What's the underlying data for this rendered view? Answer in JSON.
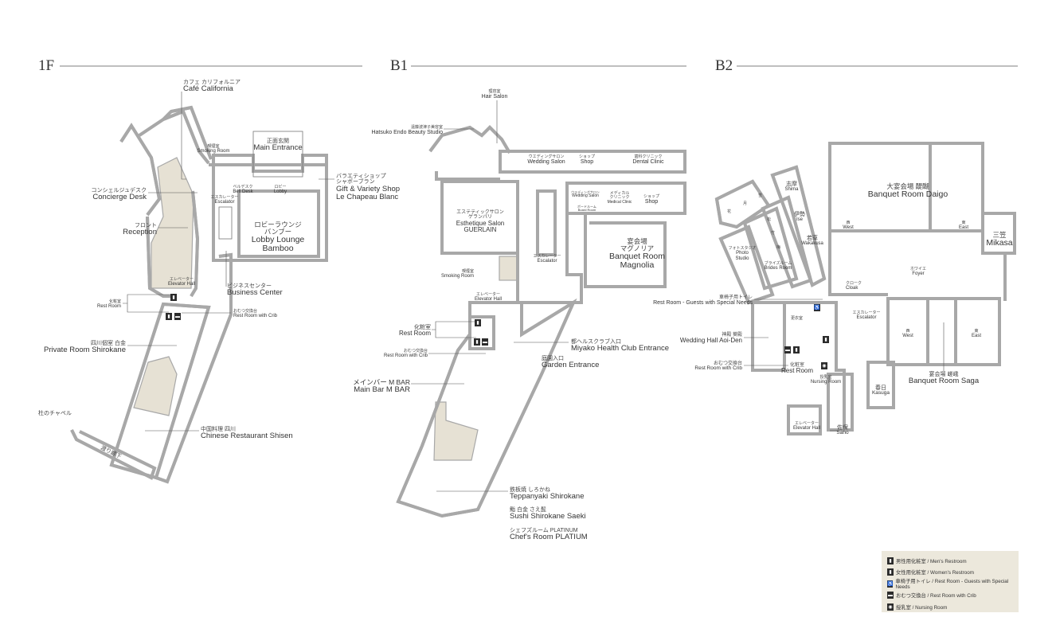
{
  "floors": {
    "f1": {
      "name": "1F",
      "labels": {
        "cafe": {
          "jp": "カフェ カリフォルニア",
          "en": "Café California"
        },
        "smoking": {
          "jp": "喫煙室",
          "en": "Smoking Room"
        },
        "entrance": {
          "jp": "正面玄関",
          "en": "Main Entrance"
        },
        "gift": {
          "jp1": "バラエティショップ",
          "jp2": "シャポーブラン",
          "en1": "Gift & Variety Shop",
          "en2": "Le Chapeau Blanc"
        },
        "concierge": {
          "jp": "コンシェルジュデスク",
          "en": "Concierge Desk"
        },
        "bell": {
          "jp": "ベルデスク",
          "en": "Bell Desk"
        },
        "lobby": {
          "jp": "ロビー",
          "en": "Lobby"
        },
        "escalator": {
          "jp": "エスカレーター",
          "en": "Escalator"
        },
        "lounge": {
          "jp1": "ロビーラウンジ",
          "jp2": "バンブー",
          "en1": "Lobby Lounge",
          "en2": "Bamboo"
        },
        "reception": {
          "jp": "フロント",
          "en": "Reception"
        },
        "elevator": {
          "jp": "エレベーター",
          "en": "Elevator Hall"
        },
        "business": {
          "jp": "ビジネスセンター",
          "en": "Business Center"
        },
        "restroom": {
          "jp": "化粧室",
          "en": "Rest Room"
        },
        "crib": {
          "jp": "おむつ交換台",
          "en": "Rest Room with Crib"
        },
        "private": {
          "jp": "四川個室 白金",
          "en": "Private Room Shirokane"
        },
        "chinese": {
          "jp": "中国料理 四川",
          "en": "Chinese Restaurant Shisen"
        },
        "chapel": {
          "jp": "杜のチャペル"
        },
        "corridor": {
          "jp": "渡り廊下"
        }
      }
    },
    "b1": {
      "name": "B1",
      "labels": {
        "hair": {
          "jp": "理容室",
          "en": "Hair Salon"
        },
        "beauty": {
          "jp": "遠藤波津子美容室",
          "en": "Hatsuko Endo Beauty Studio"
        },
        "wedding": {
          "jp": "ウエディングサロン",
          "en": "Wedding Salon"
        },
        "shop1": {
          "jp": "ショップ",
          "en": "Shop"
        },
        "dental": {
          "jp": "歯科クリニック",
          "en": "Dental Clinic"
        },
        "wedding2": {
          "jp": "ウエディングサロン",
          "en": "Wedding Salon"
        },
        "board": {
          "jp": "ボードルーム",
          "en": "Board Room"
        },
        "medical": {
          "jp1": "メディカル",
          "jp2": "クリニック",
          "en": "Medical Clinic"
        },
        "shop2": {
          "jp": "ショップ",
          "en": "Shop"
        },
        "esthetique": {
          "jp1": "エステティックサロン",
          "jp2": "ゲランパリ",
          "en1": "Esthetique Salon",
          "en2": "GUERLAIN"
        },
        "escalator": {
          "jp": "エスカレーター",
          "en": "Escalator"
        },
        "magnolia": {
          "jp1": "宴会場",
          "jp2": "マグノリア",
          "en1": "Banquet Room",
          "en2": "Magnolia"
        },
        "smoking": {
          "jp": "喫煙室",
          "en": "Smoking Room"
        },
        "elevator": {
          "jp": "エレベーター",
          "en": "Elevator Hall"
        },
        "restroom": {
          "jp": "化粧室",
          "en": "Rest Room"
        },
        "crib": {
          "jp": "おむつ交換台",
          "en": "Rest Room with Crib"
        },
        "health": {
          "jp": "都ヘルスクラブ入口",
          "en": "Miyako Health Club Entrance"
        },
        "garden": {
          "jp": "庭園入口",
          "en": "Garden Entrance"
        },
        "bar": {
          "jp": "メインバー M BAR",
          "en": "Main Bar M BAR"
        },
        "teppanyaki": {
          "jp": "鉄板焼 しろかね",
          "en": "Teppanyaki Shirokane"
        },
        "sushi": {
          "jp": "鮨 白金 さえ髭",
          "en": "Sushi Shirokane Saeki"
        },
        "chef": {
          "jp": "シェフズルーム PLATINUM",
          "en": "Chef's Room PLATIUM"
        }
      }
    },
    "b2": {
      "name": "B2",
      "labels": {
        "shima": {
          "jp": "志摩",
          "en": "Shima"
        },
        "ise": {
          "jp": "伊勢",
          "en": "Ise"
        },
        "wakakusa": {
          "jp": "若草",
          "en": "Wakakusa"
        },
        "photo": {
          "jp": "フォトスタジオ",
          "en1": "Photo",
          "en2": "Studio"
        },
        "brides": {
          "jp": "ブライズルーム",
          "en": "Brides Room"
        },
        "daigo": {
          "jp": "大宴会場 醍醐",
          "en": "Banquet Room Daigo"
        },
        "daigo_west": {
          "jp": "西",
          "en": "West"
        },
        "daigo_east": {
          "jp": "東",
          "en": "East"
        },
        "mikasa": {
          "jp": "三笠",
          "en": "Mikasa"
        },
        "foyer": {
          "jp": "ホワイエ",
          "en": "Foyer"
        },
        "cloak": {
          "jp": "クローク",
          "en": "Cloak"
        },
        "special": {
          "jp": "車椅子用トイレ",
          "en": "Rest Room - Guests with Special Needs"
        },
        "escalator": {
          "jp": "エスカレーター",
          "en": "Escalator"
        },
        "aoiden": {
          "jp": "神殿 葵殿",
          "en": "Wedding Hall Aoi-Den"
        },
        "crib": {
          "jp": "おむつ交換台",
          "en": "Rest Room with Crib"
        },
        "restroom": {
          "jp": "化粧室",
          "en": "Rest Room"
        },
        "nursing": {
          "jp": "授乳室",
          "en": "Nursing Room"
        },
        "saga_west": {
          "jp": "西",
          "en": "West"
        },
        "saga_east": {
          "jp": "東",
          "en": "East"
        },
        "saga": {
          "jp": "宴会場 嵯峨",
          "en": "Banquet Room Saga"
        },
        "kasuga": {
          "jp": "春日",
          "en": "Kasuga"
        },
        "elevator": {
          "jp": "エレベーター",
          "en": "Elevator Hall"
        },
        "saho": {
          "jp": "佐保",
          "en": "Saho"
        },
        "dressing": {
          "jp": "更衣室"
        },
        "small_rooms": [
          "花",
          "月",
          "雪",
          "松",
          "竹",
          "梅"
        ]
      }
    }
  },
  "legend": [
    {
      "icon": "mens-restroom-icon",
      "label": "男性用化粧室 / Men's Restroom"
    },
    {
      "icon": "womens-restroom-icon",
      "label": "女性用化粧室 / Women's Restroom"
    },
    {
      "icon": "wheelchair-icon",
      "label": "車椅子用トイレ / Rest Room - Guests with Special Needs"
    },
    {
      "icon": "crib-icon",
      "label": "おむつ交換台 / Rest Room with Crib"
    },
    {
      "icon": "nursing-icon",
      "label": "授乳室 / Nursing Room"
    }
  ],
  "colors": {
    "wall": "#a8a8a8",
    "shaded": "#e6e1d4",
    "legend_bg": "#ece8dc",
    "icon": "#2c2c2c"
  }
}
